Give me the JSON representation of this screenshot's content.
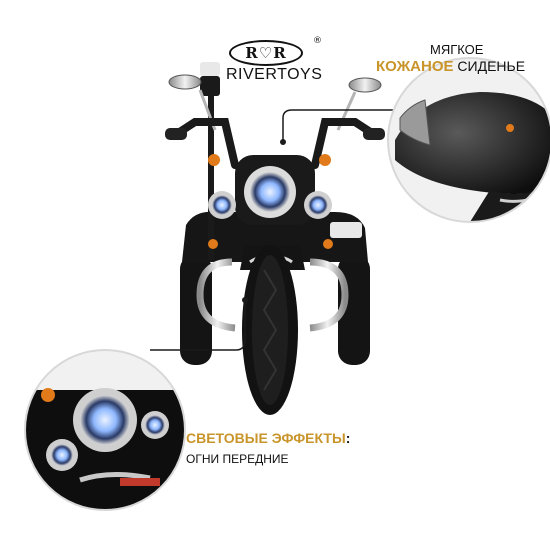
{
  "brand": {
    "logo_mark": "R♡R",
    "registered": "®",
    "name": "RIVERTOYS"
  },
  "callout_seat": {
    "line1": "МЯГКОЕ",
    "line2_highlight": "КОЖАНОЕ",
    "line2_rest": " СИДЕНЬЕ"
  },
  "callout_lights": {
    "line1_highlight": "СВЕТОВЫЕ ЭФФЕКТЫ",
    "line1_rest": ":",
    "line2": "ОГНИ ПЕРЕДНИЕ"
  },
  "colors": {
    "accent_gold": "#c9952b",
    "body_black": "#111111",
    "chrome": "#c8c8c8",
    "indicator_orange": "#e07a1a",
    "headlight_blue": "#8fb8ff"
  }
}
